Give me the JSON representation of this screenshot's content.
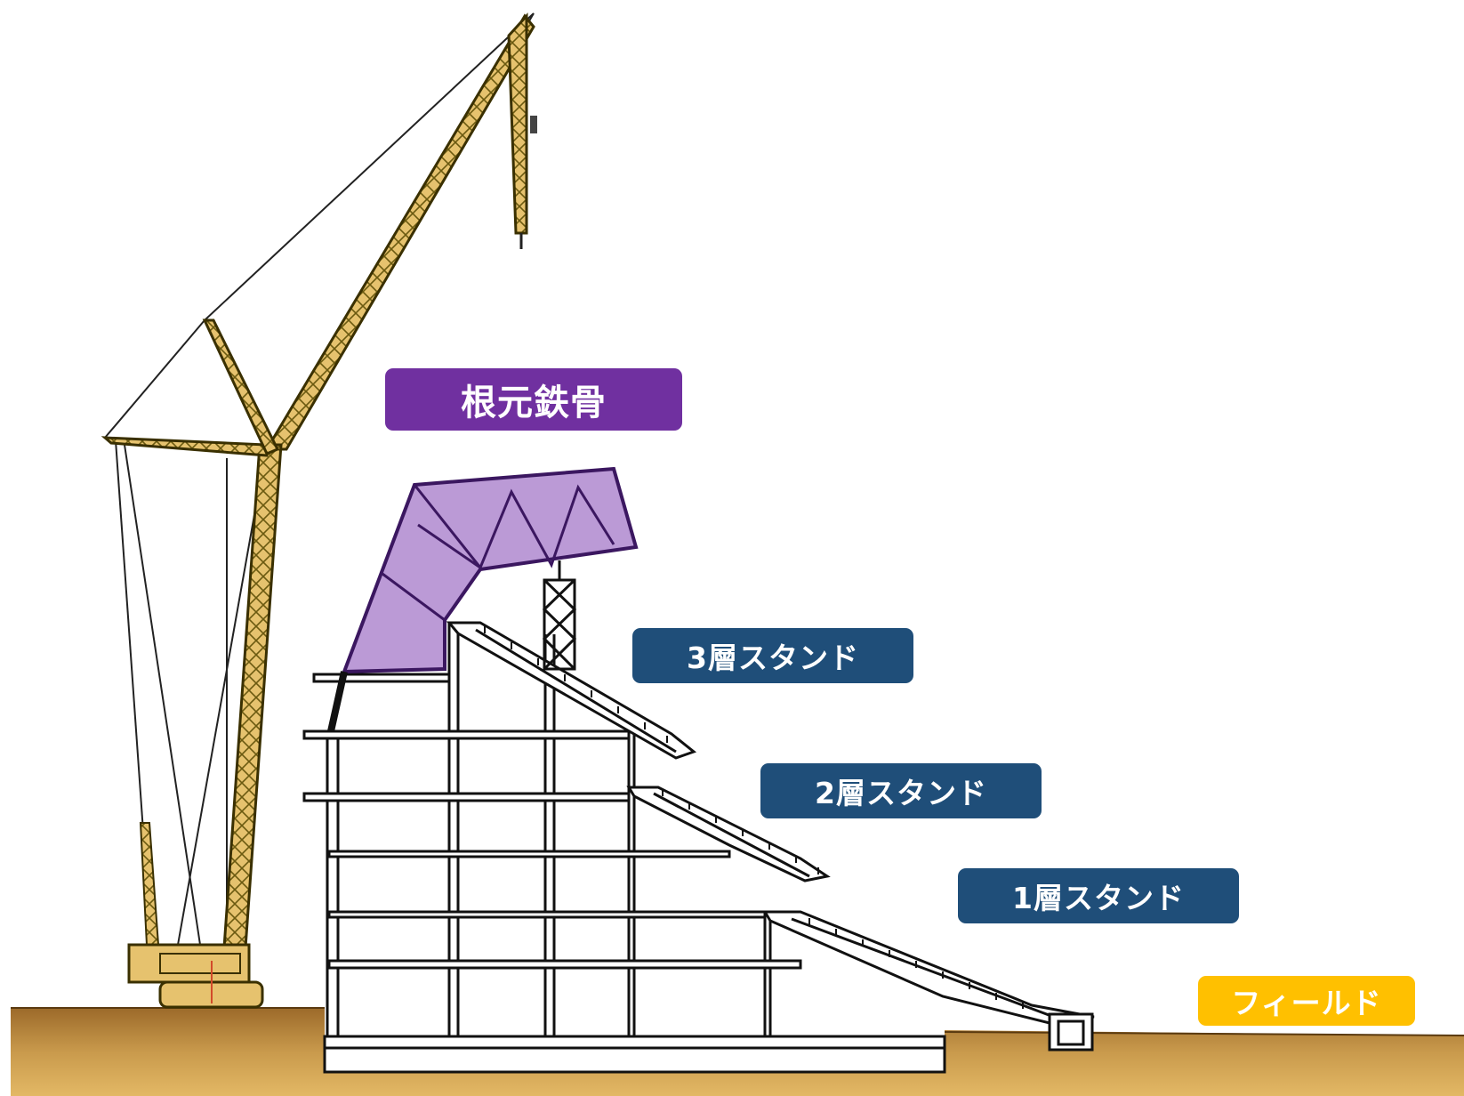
{
  "labels": {
    "root_steel": "根元鉄骨",
    "stand_3": "3層スタンド",
    "stand_2": "2層スタンド",
    "stand_1": "1層スタンド",
    "field": "フィールド"
  },
  "colors": {
    "root_steel_bg": "#7030a0",
    "stand_bg": "#1f4e79",
    "field_bg": "#ffc000",
    "crane": "#e6c26e",
    "crane_outline": "#3a3000",
    "steel_fill": "#b48fd1",
    "ground_top": "#9c6a2a",
    "ground_bottom": "#e3b865"
  }
}
